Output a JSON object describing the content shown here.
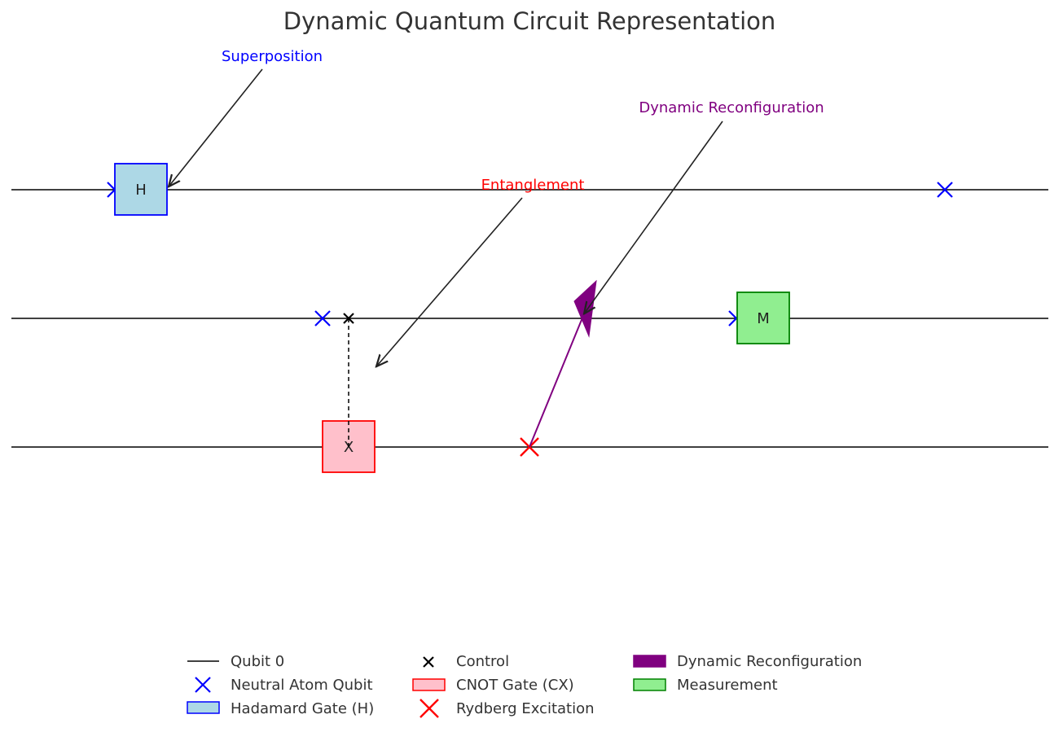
{
  "title": "Dynamic Quantum Circuit Representation",
  "annotations": {
    "superposition": "Superposition",
    "entanglement": "Entanglement",
    "reconfiguration": "Dynamic Reconfiguration"
  },
  "gates": {
    "hadamard": "H",
    "measurement": "M",
    "cnot_target": "X"
  },
  "legend": [
    {
      "label": "Qubit 0",
      "marker": "line",
      "color": "#000000"
    },
    {
      "label": "Neutral Atom Qubit",
      "marker": "x",
      "color": "#0000ff"
    },
    {
      "label": "Hadamard Gate (H)",
      "marker": "rect",
      "color": "#add8e6",
      "edge": "#0000ff"
    },
    {
      "label": "Control",
      "marker": "x-small",
      "color": "#000000"
    },
    {
      "label": "CNOT Gate (CX)",
      "marker": "rect",
      "color": "#ffc0cb",
      "edge": "#ff0000"
    },
    {
      "label": "Rydberg Excitation",
      "marker": "x",
      "color": "#ff0000"
    },
    {
      "label": "Dynamic Reconfiguration",
      "marker": "rect",
      "color": "#800080",
      "edge": "#800080"
    },
    {
      "label": "Measurement",
      "marker": "rect",
      "color": "#90ee90",
      "edge": "#008000"
    }
  ],
  "colors": {
    "superposition": "#0000ff",
    "entanglement": "#ff0000",
    "reconfiguration": "#800080"
  }
}
